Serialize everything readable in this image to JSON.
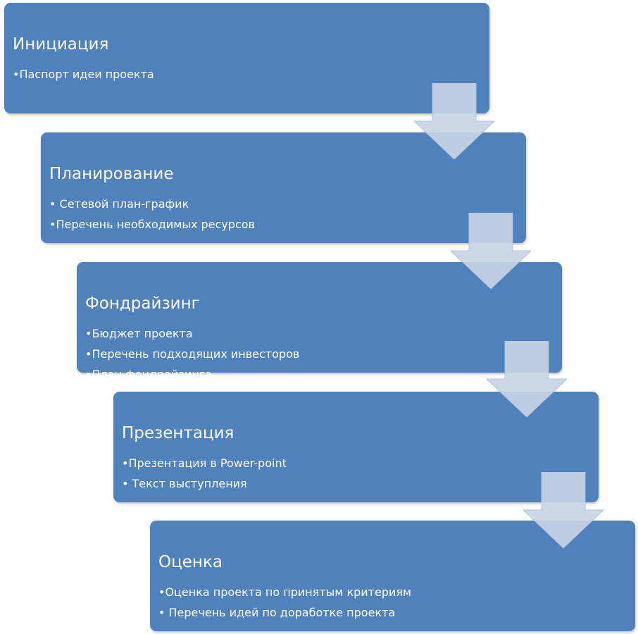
{
  "stages": [
    {
      "title": "Инициация",
      "items": [
        "•Паспорт идеи проекта"
      ]
    },
    {
      "title": "Планирование",
      "items": [
        "• Сетевой план-график",
        "•Перечень необходимых ресурсов"
      ]
    },
    {
      "title": "Фондрайзинг",
      "items": [
        "•Бюджет проекта",
        "•Перечень подходящих инвесторов",
        "•План фондрайзинга"
      ]
    },
    {
      "title": "Презентация",
      "items": [
        "•Презентация в Power-point",
        "• Текст выступления"
      ]
    },
    {
      "title": "Оценка",
      "items": [
        "•Оценка проекта по принятым критериям",
        "• Перечень идей по доработке проекта"
      ]
    }
  ],
  "colors": {
    "box_fill": "#4f81bd",
    "text": "#ffffff",
    "arrow_fill": "#c9d4e6"
  }
}
